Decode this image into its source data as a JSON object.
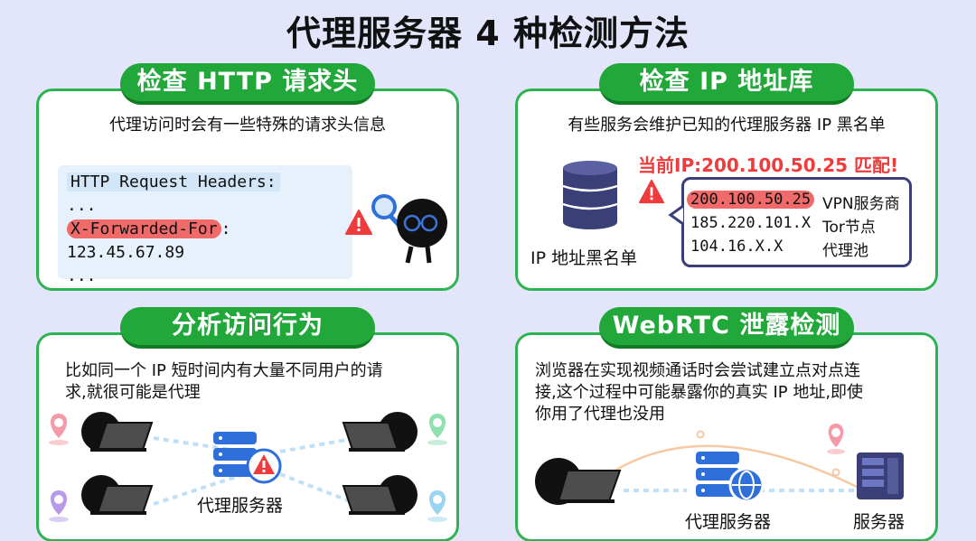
{
  "title": "代理服务器 4 种检测方法",
  "panels": [
    {
      "heading": "检查 HTTP 请求头",
      "desc": "代理访问时会有一些特殊的请求头信息",
      "code_lines": [
        "HTTP Request Headers:",
        "...",
        "X-Forwarded-For",
        ": 123.45.67.89",
        "..."
      ]
    },
    {
      "heading": "检查 IP 地址库",
      "desc": "有些服务会维护已知的代理服务器 IP 黑名单",
      "match": "当前IP:200.100.50.25 匹配!",
      "db_label": "IP 地址黑名单",
      "rows": [
        {
          "ip": "200.100.50.25",
          "type": "VPN服务商"
        },
        {
          "ip": "185.220.101.X",
          "type": "Tor节点"
        },
        {
          "ip": "104.16.X.X",
          "type": "代理池"
        }
      ]
    },
    {
      "heading": "分析访问行为",
      "desc_lines": [
        "比如同一个 IP 短时间内有大量不同用户的请",
        "求,就很可能是代理"
      ],
      "server_label": "代理服务器"
    },
    {
      "heading": "WebRTC 泄露检测",
      "desc_lines": [
        "浏览器在实现视频通话时会尝试建立点对点连",
        "接,这个过程中可能暴露你的真实 IP 地址,即使",
        "你用了代理也没用"
      ],
      "proxy_label": "代理服务器",
      "server_label": "服务器"
    }
  ],
  "icons": [
    "warning-icon",
    "magnifier-icon",
    "database-icon",
    "location-pin-icon",
    "server-icon",
    "globe-icon",
    "laptop-icon",
    "character-avatar"
  ],
  "colors": {
    "green": "#22a83a",
    "border": "#2fb352",
    "red": "#ef3b3b",
    "navy": "#3a3f78",
    "blue": "#2f6fd9",
    "bg": "#e3e6fb"
  }
}
